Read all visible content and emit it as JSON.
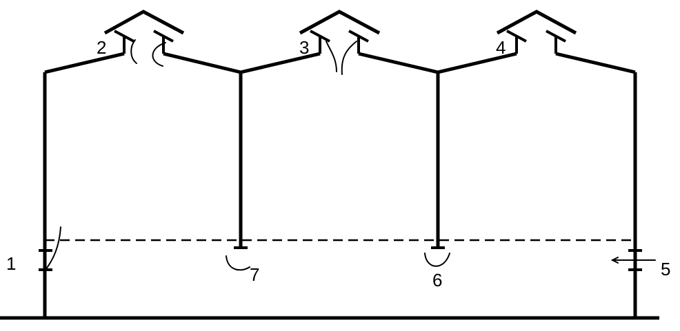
{
  "diagram": {
    "labels": {
      "l1": "1",
      "l2": "2",
      "l3": "3",
      "l4": "4",
      "l5": "5",
      "l6": "6",
      "l7": "7"
    }
  }
}
